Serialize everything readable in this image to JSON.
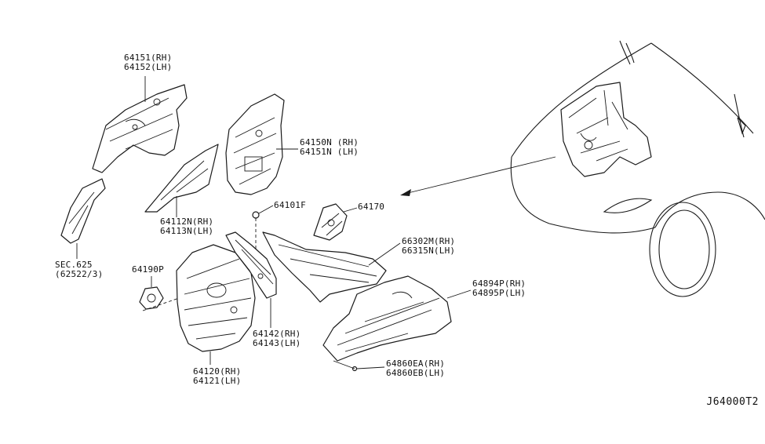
{
  "diagram": {
    "reference_code": "J64000T2",
    "callouts": [
      {
        "id": "64151",
        "lines": [
          "64151(RH)",
          "64152(LH)"
        ]
      },
      {
        "id": "64150N",
        "lines": [
          "64150N (RH)",
          "64151N (LH)"
        ]
      },
      {
        "id": "64101F",
        "lines": [
          "64101F"
        ]
      },
      {
        "id": "64170",
        "lines": [
          "64170"
        ]
      },
      {
        "id": "64112N",
        "lines": [
          "64112N(RH)",
          "64113N(LH)"
        ]
      },
      {
        "id": "sec625",
        "lines": [
          "SEC.625",
          "(62522/3)"
        ]
      },
      {
        "id": "64190P",
        "lines": [
          "64190P"
        ]
      },
      {
        "id": "66302M",
        "lines": [
          "66302M(RH)",
          "66315N(LH)"
        ]
      },
      {
        "id": "64894P",
        "lines": [
          "64894P(RH)",
          "64895P(LH)"
        ]
      },
      {
        "id": "64142",
        "lines": [
          "64142(RH)",
          "64143(LH)"
        ]
      },
      {
        "id": "64120",
        "lines": [
          "64120(RH)",
          "64121(LH)"
        ]
      },
      {
        "id": "64860",
        "lines": [
          "64860EA(RH)",
          "64860EB(LH)"
        ]
      }
    ]
  }
}
